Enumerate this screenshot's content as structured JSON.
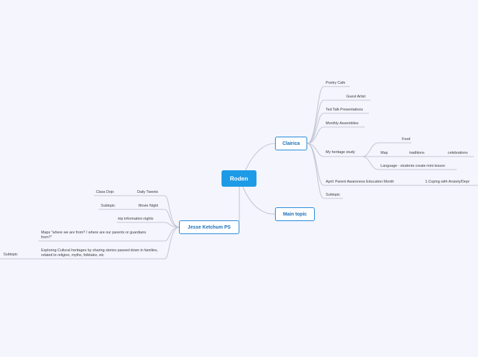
{
  "root": "Roden",
  "branches": {
    "clairica": "Clairica",
    "main_topic": "Main topic",
    "jesse": "Jesse Ketchum PS"
  },
  "clairica_items": {
    "poetry_cafe": "Poetry Cafe",
    "guest_artist": "Guest Artist",
    "ted_talk": "Ted Talk Presentations",
    "monthly_assemblies": "Monthly Assemblies",
    "my_heritage_study": "My heritage study",
    "food": "Food",
    "map": "Map",
    "traditions": "traditions",
    "celebrations": "celebrations",
    "language": "Language - students create mini lesson",
    "april": "April: Parent Awareness Education Month",
    "coping": "1.Coping with Anxiety/Depr",
    "subtopic": "Subtopic"
  },
  "jesse_items": {
    "daily_tweets": "Daily Tweets",
    "class_dojo": "Class Dojo",
    "movie_night": "Movie Night",
    "subtopic_a": "Subtopic",
    "trip_nights": "trip information nights",
    "maps_question": "Maps \"where we are from? / where are our parents or guardians from?\"",
    "exploring": "Exploring Cultural heritages by sharing stories passed down in families, related to religion, myths, folktales, etc",
    "subtopic_b": "Subtopic"
  },
  "colors": {
    "background": "#f4f5fd",
    "root_fill": "#1e9be6",
    "branch_border": "#1f86d6",
    "line": "#c3c7d1"
  }
}
